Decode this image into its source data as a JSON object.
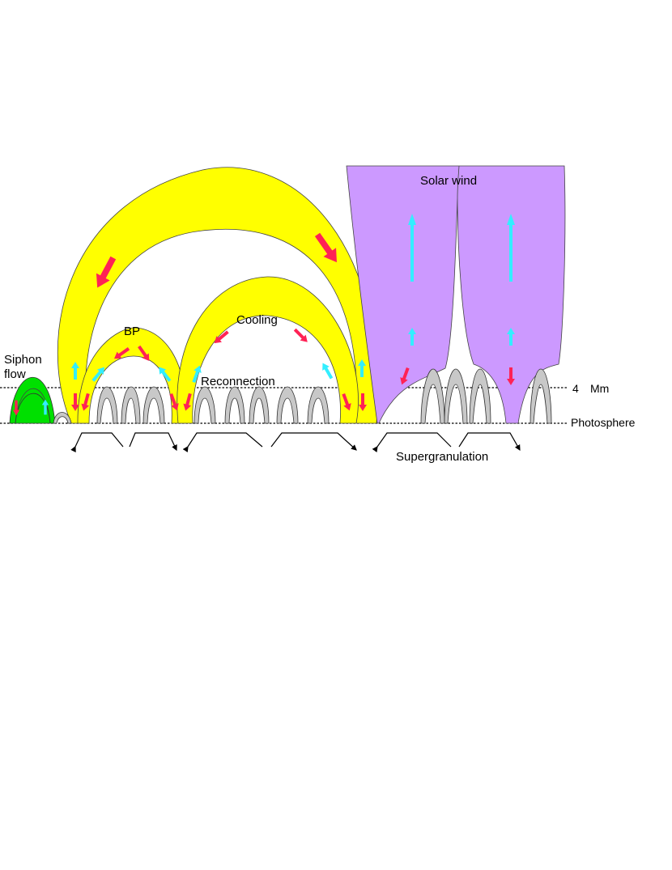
{
  "labels": {
    "siphon_line1": "Siphon",
    "siphon_line2": "flow",
    "bp": "BP",
    "cooling": "Cooling",
    "reconnection": "Reconnection",
    "solar_wind": "Solar wind",
    "height_value": "4",
    "height_unit": "Mm",
    "photosphere": "Photosphere",
    "supergranulation": "Supergranulation"
  },
  "colors": {
    "closed_loops": "#ffff00",
    "siphon_loop": "#00e000",
    "open_funnels": "#cc99ff",
    "small_loops": "#c8c8c8",
    "downflow_arrows": "#ff2255",
    "upflow_arrows": "#33eeff"
  }
}
